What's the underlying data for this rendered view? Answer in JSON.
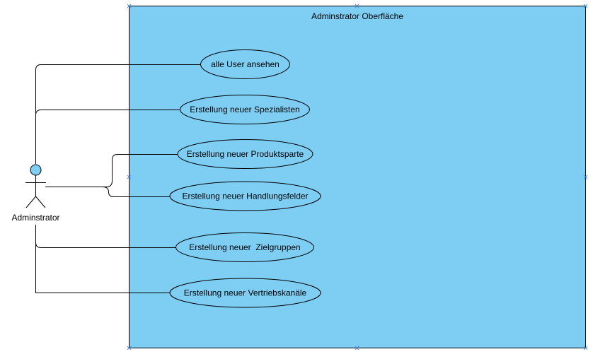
{
  "diagram": {
    "system_boundary": {
      "title": "Adminstrator Oberfläche",
      "fill": "#7ecef4"
    },
    "actor": {
      "label": "Adminstrator",
      "head_fill": "#7ecef4"
    },
    "use_cases": [
      {
        "label": "alle User ansehen"
      },
      {
        "label": "Erstellung neuer Spezialisten"
      },
      {
        "label": "Erstellung neuer Produktsparte"
      },
      {
        "label": "Erstellung neuer Handlungsfelder"
      },
      {
        "label": "Erstellung neuer  Zielgruppen"
      },
      {
        "label": "Erstellung neuer Vertriebskanäle"
      }
    ]
  }
}
